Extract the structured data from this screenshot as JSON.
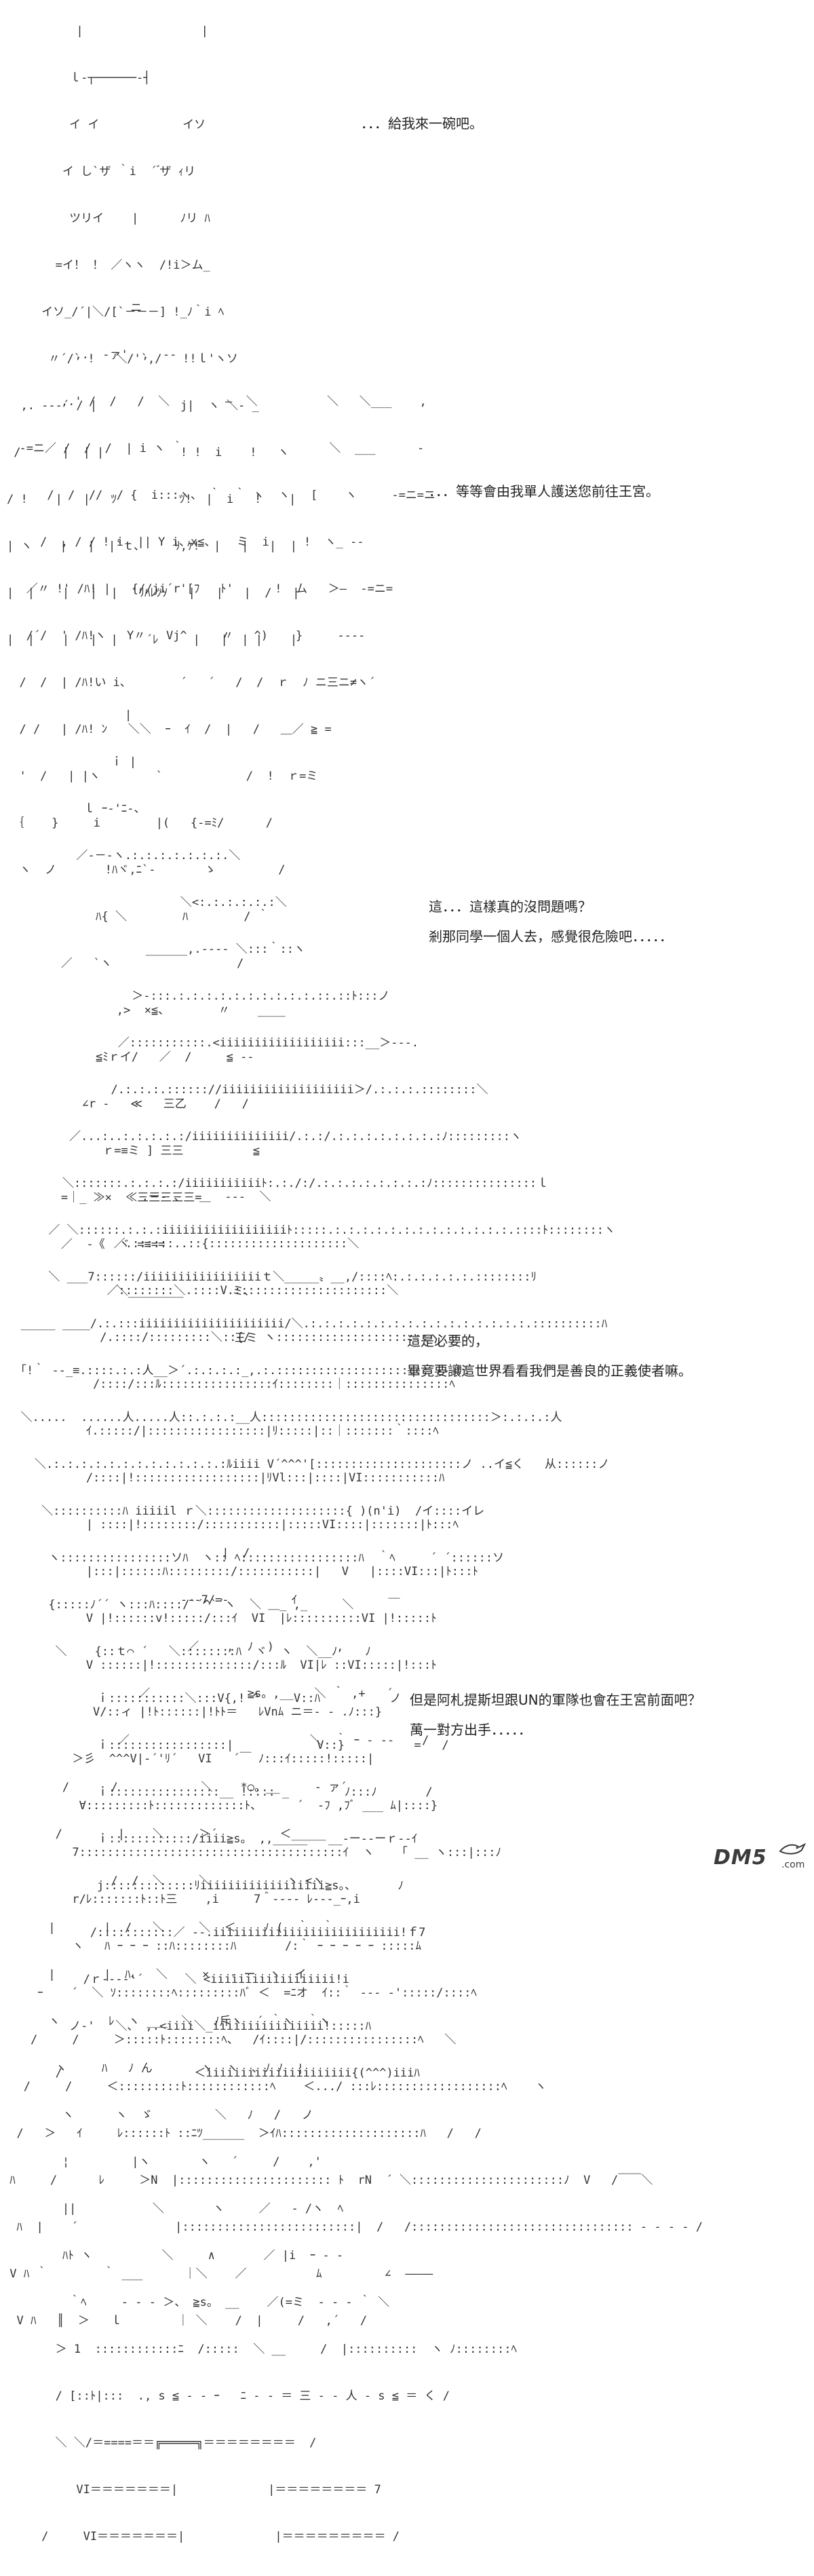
{
  "panels": [
    {
      "art": [
        "          |                 |",
        "         ｌ‐┬──────‐┤",
        "         イ イ            イソ",
        "        イ し`ザ ｀i  ´ ゙ザ ｨリ",
        "         ツリイ    |      ﾉリ ﾊ",
        "       =イ！ ！ ／ヽヽ  /!i＞ム_",
        "     イソ_/´|＼/[`－－－] !_ﾉ｀i ﾍ",
        "      〃´/` !   ＼/'`,/   !!ｌ'ヽソ",
        "  ,. ‐‐‐´ / |            j|  ヽ ＼‐ _",
        " /      |  | |           ! !  i    !   ヽ",
        "/ !    |   |   ﾂ         ﾂ!  |  i   !    |",
        "| ヽ    |   |  |`ｔ､     ﾘ,ｹ!  |   |   |  |",
        "|  |    |   |  |  `ﾘﾊﾚﾂｿ   |   |   |  /   |",
        "|  |    |   |  |    ´ﾚ     |   |  | |    |"
      ],
      "lines": [
        "．．．給我來一碗吧。"
      ]
    },
    {
      "art": [
        "                  ニ",
        "          ,.  ‐ァ'  ,  ‐-",
        "        ,.' /  /   /  ＼        ―  ＼          ＼   ＼___    ,",
        "  ‐=ニ／ /  /  /  | i ヽ ｀                     ＼  ___      ‐",
        "      /  /  //  / {  i:::ヽ、 ｀  ｀ ヽ  ヽ   [    ヽ     ‐=ニ=ニ",
        "     /  , / / ! i  || Y i、x≦、   ミ  i     !  ヽ_ ‐‐",
        "   ／〃 !' /ﾊ! |   {//ji´r'[ﾌ   ﾄ'      !  ム   ＞―  ‐=ニ=",
        "   /´/  ' /ﾊ!ヽ   Y〃   Vj^     〃   ^)    }     ‐‐‐‐",
        "  /  /  | /ﾊ!い i、       ´   ´   /  /  ｒ  ﾉ ニ三ニ≠ヽ´",
        "  / /   | /ﾊ! ﾝ   ＼＼  ｰ  ｲ  /  |   /   ＿／ ≧ =",
        "  '  /   | |ヽ        `            /  !  ｒ=ミ",
        " ｛    }     i        |(   {‐=ﾐ/      /",
        "  ヽ  ノ       !ﾊヾ,ﾆ`‐       ゝ         /",
        "             ﾊ{ ＼        ﾊ        / ｀",
        "        ／   `ヽ                  /",
        "                ,>  ×≦、       〃    ____",
        "             ≦ﾐｒイ/   ／  /     ≦ ‐‐",
        "           ∠r ‐   ≪   三乙    /   /",
        "              ｒ=≡ミ ] 三三          ≦",
        "        =｜_ ≫×  ≪三三三三三=",
        "        ／  ‐《  ヾ =≡==",
        "                ＼________       ミ、",
        "                                 三ミ"
      ],
      "lines": [
        "．．．等等會由我單人護送您前往王宮。"
      ]
    },
    {
      "art": [
        "                 |",
        "               ｉ |",
        "           ｌ ｰ-'ﾆ-、",
        "          ／‐－‐ヽ.:.:.:.:.:.:.:.＼",
        "                         ＼<:.:.:.:.:.:＼",
        "                    ______,.‐‐‐‐ ＼:::｀::ヽ",
        "                  ＞‐:::.:.:.:.:.:.:.:.:.:.:.::.::ﾄ:::ノ",
        "                ／:::::::::::.<iiiiiiiiiiiiiiiiii:::__＞‐‐-.",
        "               /.:.:.:.:::::://iiiiiiiiiiiiiiiiiii＞/.:.:.:.::::::::＼",
        "         ／...:..:.:.:.:.:/iiiiiiiiiiiiii/.:.:/.:.:.:.:.:.:.:.:ﾉ:::::::::ヽ",
        "        ＼:::::::.:.:.:.:/iiiiiiiiiiiﾄ:.:./:/.:.:.:.:.:.:.:.:ﾉ:::::::::::::::ｌ",
        "      ／ ＼::::::.:.:.:iiiiiiiiiiiiiiiiiiﾄ:::::.:.:.:.:.:.:.:.:.:.:.:.:.:.::::ﾄ::::::::ヽ",
        "      ＼ ___7::::::/iiiiiiiiiiiiiiiiiｔ＼_____〟__,/::::ﾍ:.:.:.:.:.:.::::::::ﾘ",
        "  _____ ____/.:.:::iiiiiiiiiiiiiiiiiiiii/＼.:.:.:.:.:.:.:.:.:.:.:.:.:.:.:.:.::::::::::ﾊ",
        "  ｢!｀ ‐-_≡.::::.:.:人__＞´.:.:.:.:_,.:.::::::::::::::::::::::¯‐--ﾘ!",
        "  ＼.....  ......人.....人::.:.:.:__人:::::::::::::::::::::::::::::::::＞:.:.:.:人",
        "    ＼.:.:.:.:.:.:.:.:.:.:.:.:.:ﾙiiii V´^^^'[:::::::::::::::::::::ノ ..イ≦く   从::::::ノ",
        "     ＼::::::::::ﾊ iiiiil ｒ＼::::::::::::::::::::{ )(n'i)  /イ::::イレ",
        "      ヽ::::::::::::::::ソﾊ  ヽ:: ﾍ:::::::::::::::::ﾊ  ｀ﾍ     ´ ´::::::ソ",
        "      {:::::ﾉ´´ ヽ:::ﾊ::::/`´^`´ヽ  ＼ ＿_ ,_     ＼     ￣",
        "       ＼    {::ｔ⌒ ´   ＼::::::::ﾊ  ヾ  ヽ  ＼__ﾉ    ﾉ",
        "             ｉ:::::::::::＼:::V{,! ^     V::ﾊ          ノ",
        "             ｉ:::::::::::::::::|            V::}          =   /",
        "             ｉ::::::::::::::::__ !:::: _        ﾉ:::ﾉ       /",
        "             ｉ::::::::::::/iiii≧s。 ,,_____   __‐ー‐‐ーｒ‐‐ｲ",
        "             j:::::::::::::ﾘiiiiiiiiiiiiiiiiii≧s。、      ﾉ",
        "            /:::::::::::／ ‐‐.iiiiiiiiiiiiiiiiiiiiiiiiiii!ｆ7",
        "           /ｒ‐‐‐‐'´      ＼ <iiiiiiiiiiiiiiiiii!i",
        "         ノ‐'   ＼、 ,.<iiii＼_iiiiiiiiiiiiiiii!:::::ﾊ",
        "       /                   ＜iiiiiiiiiiiiiiiiiiiii{(^^^)iiiﾊ"
      ],
      "lines": [
        "這．．．這樣真的沒問題嗎？",
        "剎那同學一個人去，感覺很危險吧．．．．．"
      ]
    },
    {
      "art": [
        "                    .ー‐ 、  ＿  ‐‐-  ＼",
        "                ／.::::::..::{::::::::::::::::::::＼",
        "               ／::::::::＼.::::V.::::::::::::::::::::::＼",
        "              /.::::/:::::::::＼::{/  ヽ::::::::::::::::::::::ヽ",
        "             /::::/:::ﾙ::::::::::::::::ｲ::::::::｜:::::::::::::::ﾍ",
        "            ｲ.:::::/|:::::::::::::::::|ﾘ:::::|::｜:::::::｀::::ﾍ",
        "            /::::|!::::::::::::::::::|ﾘVl:::|::::|VI:::::::::::ﾊ",
        "            | ::::|!::::::::/:::::::::::|:::::VI::::|:::::::|ﾄ:::ﾍ",
        "            |:::|::::::ﾊ:::::::::/:::::::::::|   V   |::::VI:::|ﾄ:::ﾄ",
        "            V |!::::::v!:::::/:::ｲ  VI  |ﾚ::::::::::VI |!:::::ﾄ",
        "            V ::::::|!::::::::::::::/:::ﾙ  VI|ﾚ ::VI:::::|!:::ﾄ",
        "             V/::ィ |!ﾄ::::::|!ﾄﾄ＝   ﾚVnﾑ ニ＝- ‐ .ﾉ:::}",
        "          ＞彡  ^^^V|‐´'ﾘ´   VI   ´￣ ﾉ:::ｲ:::::!:::::|",
        "           ∀:::::::::ﾄ:::::::::::::ﾄ、     ´  ‐ﾌ ,ﾌﾞ ___ ﾑ|::::}",
        "          7::::::::::::::::::::::::::::::::::::::ｲ  ヽ    ｢ __ ヽ:::|:::ﾉ",
        "          r/ﾚ:::::::ﾄ::ﾄ三    ,i     7＾‐‐‐‐ ﾚ‐‐‐_ｰ,i",
        "          ヽ   ﾊ ｰ ｰ ｰ ::ﾊ::::::::ﾊ       /:｀ ｰ ｰ ｰ ｰ ｰ :::::ﾑ",
        "     ｰ    ´  ＼ ｿ::::::::ﾍ:::::::::ﾊﾞ ＜  =ﾆオ  ｲ::｀ ‐‐‐ ‐':::::/::::ﾍ",
        "    /     /     ＞:::::ﾄ::::::::ﾍ、  /ｲ::::|/::::::::::::::::ﾍ   ＼",
        "   /     /     ＜:::::::::ﾄ::::::::::::ﾍ    ＜.../ :::ﾚ::::::::::::::::::ﾍ    ヽ",
        "  /   ＞   ｲ     ﾚ::::::ﾄ ::ﾆﾂ______  ＞ｲﾊ::::::::::::::::::::ﾊ   /   /",
        " ﾊ     /      ﾚ     ＞N  |:::::::::::::::::::::: ﾄ  rN  ´ ＼::::::::::::::::::::::ﾉ  V   /￣￣＼",
        "  ﾊ  |    ´              |:::::::::::::::::::::::::|  /   /:::::::::::::::::::::::::::::::: ‐ ‐ ‐ ‐ /",
        " V ﾊ ｀        ｀ ___      ｜＼    ／          ﾑ         ∠  ――――",
        "  V ﾊ   ║  ＞   ｌ        ｜ ＼    /  |     /   ,´   /"
      ],
      "lines": [
        "這是必要的，",
        "畢竟要讓這世界看看我們是善良的正義使者嘛。"
      ]
    },
    {
      "art": [
        "                               |  /",
        "                         ‐‐‐7/=‐         ｲ",
        "                          ／    ,  ﾉ  )         ,",
        "                   ／              ≧s。,__   ＼ ｀ ,+   ´",
        "                ／                          ＼  ｀ ｰ ‐ -‐    /",
        "        /      /            ＼    *○。__     ‐ ァ´",
        "       /        |    ＼     ＞´         ＜_____",
        "               /  /  ＼     ＼           ヽ <ヽ",
        "      |       |  /   ＼     ＼  ＜    ﾉ (  ｀  ｀",
        "      |       |  ﾊ、  ＼     ×   ‐ ー  ヽ  イ",
        "      ヽ       ﾚ  ヽ ___  ＼   ﾉ斥ヽ  ´ ｀ヽ  ｀ヽ",
        "       ヽ     ﾊ   ﾉ ん       ヽ  ヽ  ､ ﾉ ﾉ  ¦",
        "        ヽ      ヽ  ゞ         ＼   ﾉ   /   ノ",
        "        ¦         |ヽ       ヽ   ´     /    ,'",
        "        ||           ＼       ヽ     ／   ‐ /ヽ  ﾍ",
        "        ﾊﾄ ヽ          ＼     ∧       ／ |i  ｰ ‐ ‐",
        "         ｀ﾍ     ‐ ‐ ‐ ＞、 ≧s。 __    ／(=ミ  ‐ ‐ ‐ ｀ ＼",
        "       ＞ 1  ::::::::::::ﾆ  /:::::  ＼ __     /  |::::::::::  ヽ ﾉ::::::::ﾍ",
        "       / [::ﾄ|:::  ., s ≦ ‐ ‐ ｰ   ﾆ ‐ ‐ ＝ 三 ‐ ‐ 人 ‐ s ≦ ＝ く /",
        "       ＼ ＼/＝====＝＝╔═════╗＝＝＝＝＝＝＝＝  /",
        "          VI＝＝＝＝＝＝＝|             |＝＝＝＝＝＝＝＝ 7",
        "     /     VI＝＝＝＝＝＝＝|             |＝＝＝＝＝＝＝＝＝ /"
      ],
      "lines": [
        "但是阿札提斯坦跟UN的軍隊也會在王宮前面吧？",
        "萬一對方出手．．．．．"
      ]
    }
  ],
  "watermark": {
    "logo_text": "DM5",
    "sub_text": ".com"
  }
}
